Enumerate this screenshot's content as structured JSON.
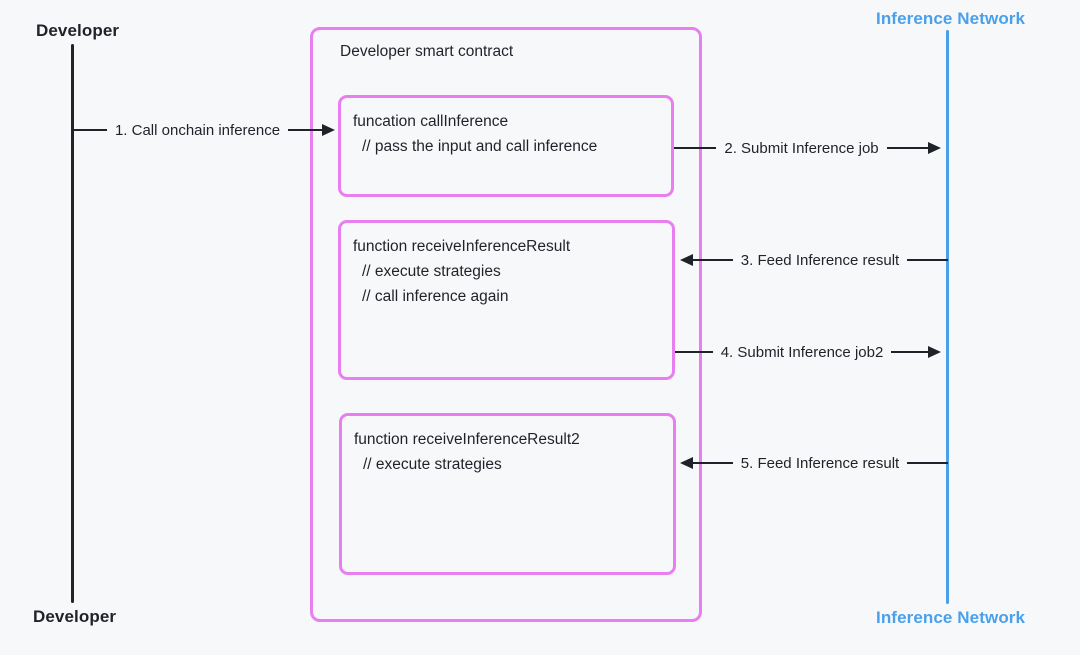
{
  "colors": {
    "background": "#f7f8fa",
    "contract_border": "#e87ef0",
    "network_blue": "#4aa0ea",
    "line_black": "#1f2228"
  },
  "lifelines": {
    "developer": {
      "top_label": "Developer",
      "bottom_label": "Developer"
    },
    "network": {
      "top_label": "Inference Network",
      "bottom_label": "Inference Network"
    }
  },
  "contract": {
    "title": "Developer smart contract",
    "functions": [
      {
        "lines": [
          "funcation callInference",
          "// pass the input and call inference"
        ]
      },
      {
        "lines": [
          "function receiveInferenceResult",
          "// execute strategies",
          "// call inference again"
        ]
      },
      {
        "lines": [
          "function receiveInferenceResult2",
          "// execute strategies"
        ]
      }
    ]
  },
  "arrows": [
    {
      "label": "1. Call onchain inference",
      "direction": "right",
      "from": "developer",
      "to": "callInference"
    },
    {
      "label": "2. Submit Inference job",
      "direction": "right",
      "from": "callInference",
      "to": "network"
    },
    {
      "label": "3. Feed Inference result",
      "direction": "left",
      "from": "network",
      "to": "receiveInferenceResult"
    },
    {
      "label": "4. Submit Inference job2",
      "direction": "right",
      "from": "receiveInferenceResult",
      "to": "network"
    },
    {
      "label": "5. Feed Inference result",
      "direction": "left",
      "from": "network",
      "to": "receiveInferenceResult2"
    }
  ]
}
